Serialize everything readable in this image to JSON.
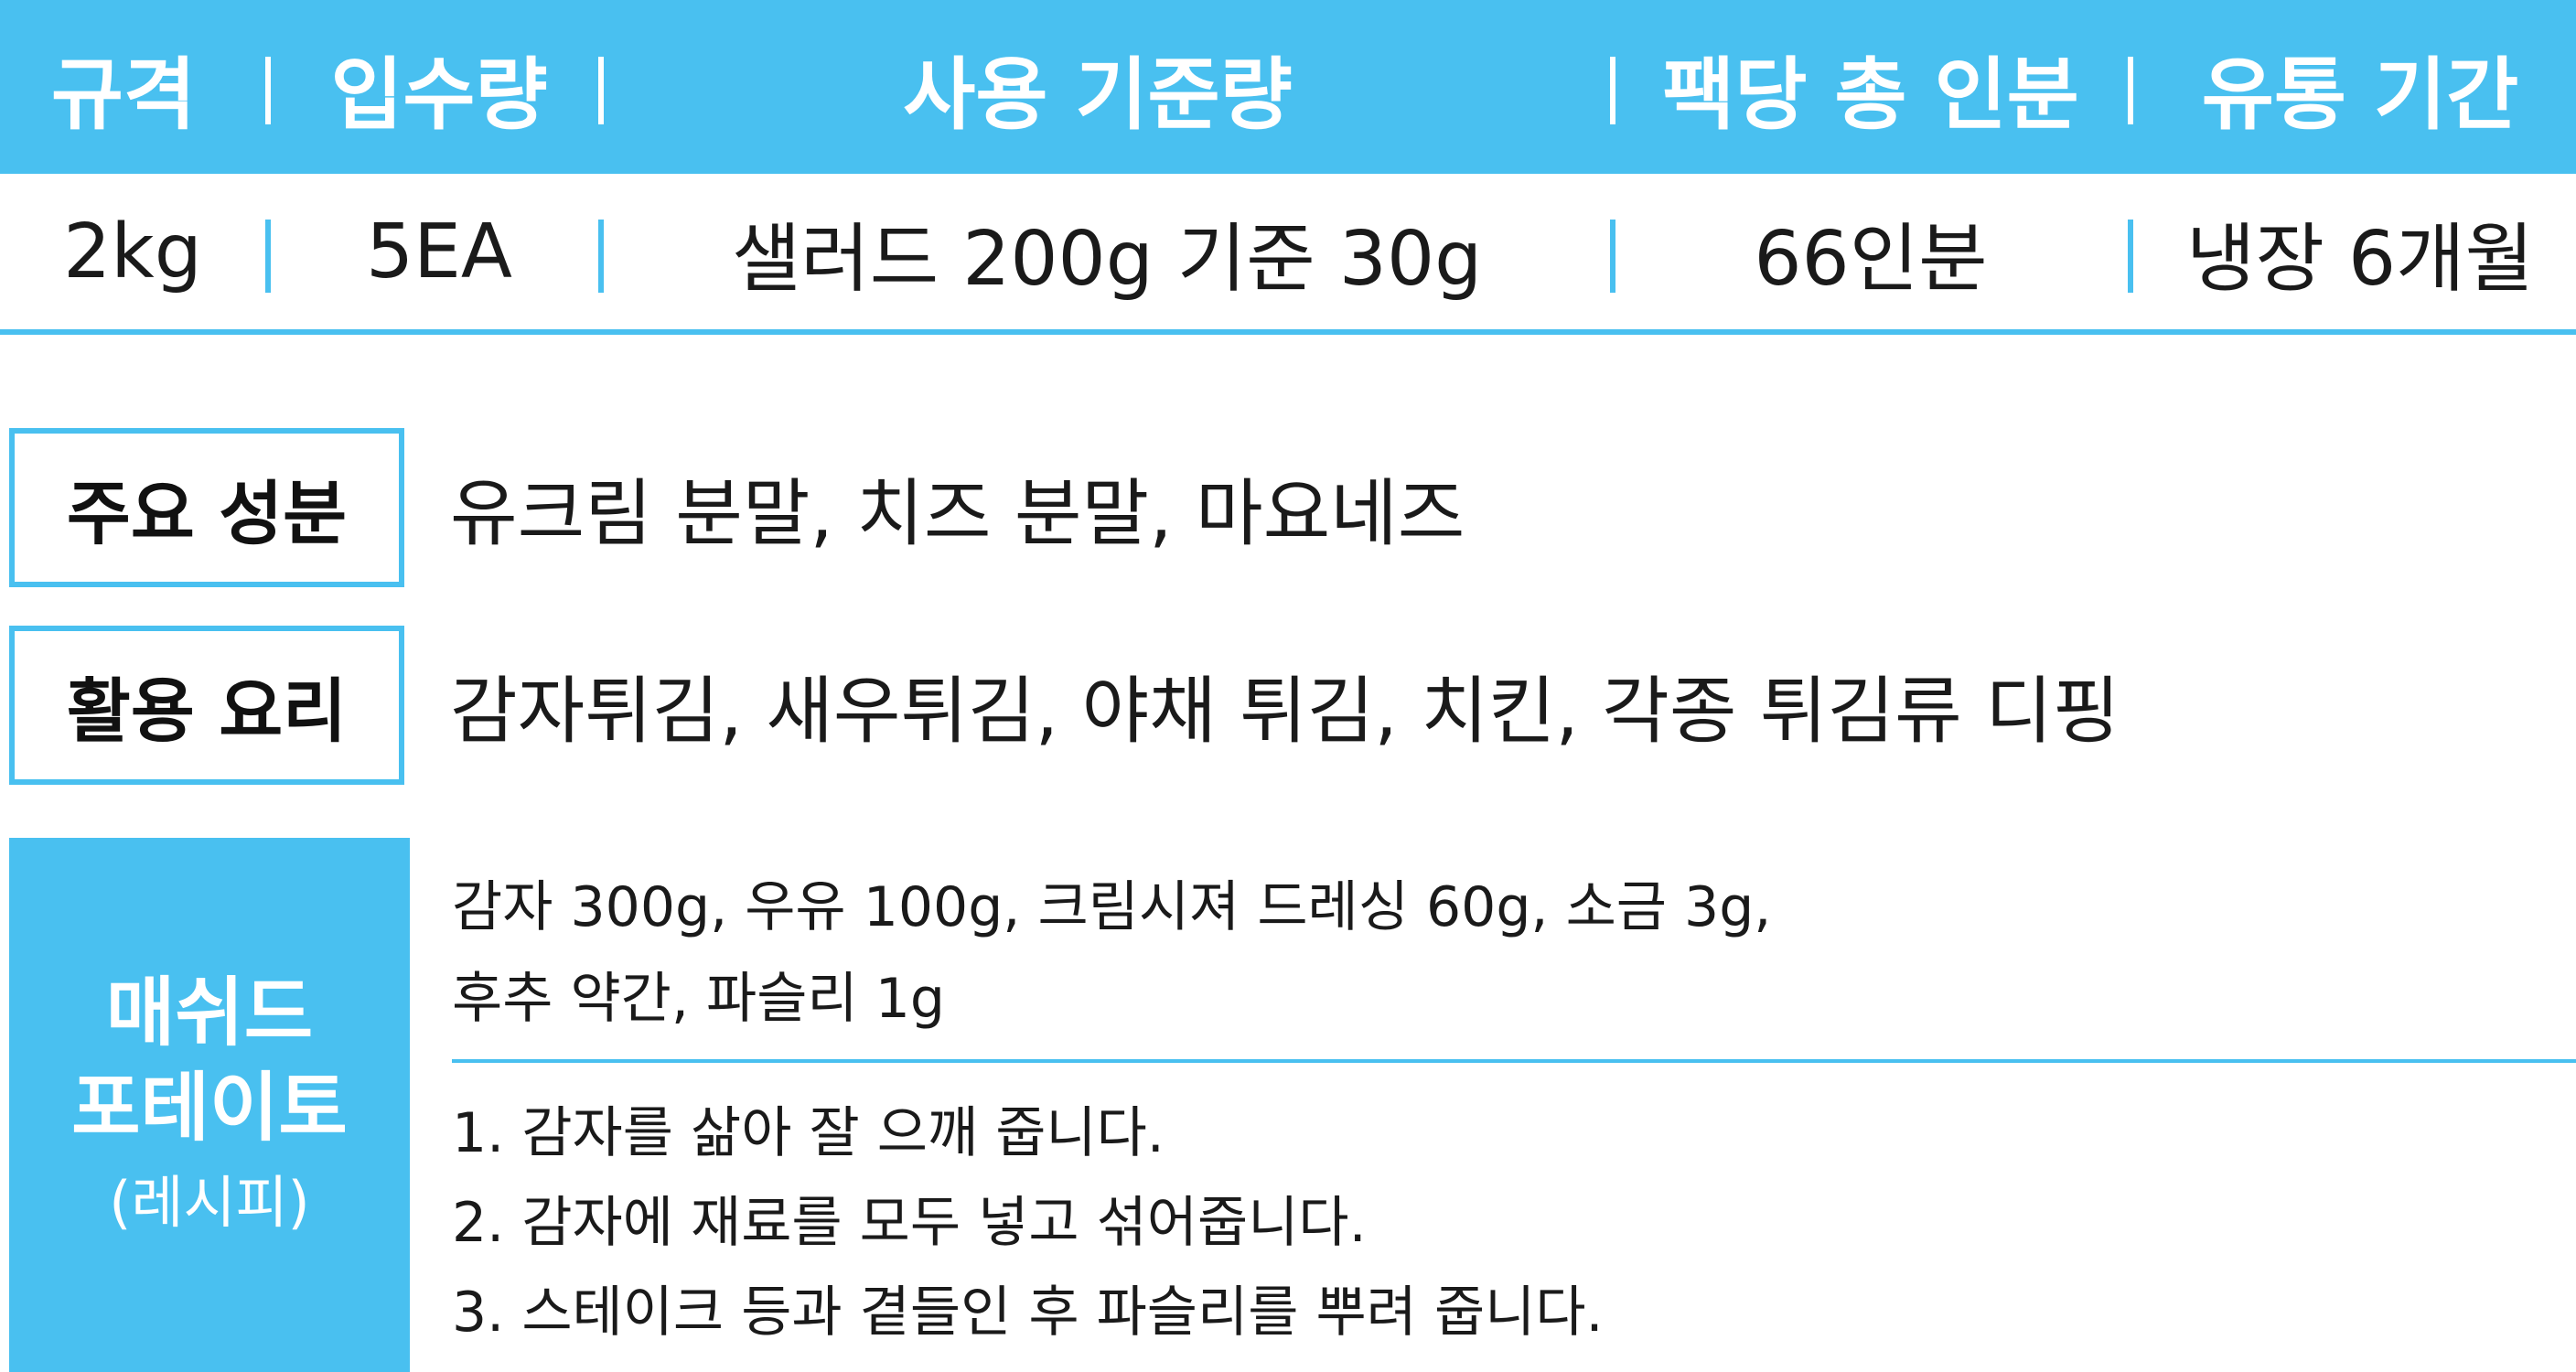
{
  "spec": {
    "headers": [
      "규격",
      "입수량",
      "사용 기준량",
      "팩당 총 인분",
      "유통 기간"
    ],
    "values": [
      "2kg",
      "5EA",
      "샐러드 200g 기준 30g",
      "66인분",
      "냉장 6개월"
    ]
  },
  "ingredients": {
    "label": "주요 성분",
    "value": "유크림 분말, 치즈 분말, 마요네즈"
  },
  "usage": {
    "label": "활용 요리",
    "value": "감자튀김, 새우튀김, 야채 튀김, 치킨, 각종 튀김류 디핑"
  },
  "recipe": {
    "title_line1": "매쉬드",
    "title_line2": "포테이토",
    "subtitle": "(레시피)",
    "ingredients_lines": [
      "감자 300g, 우유 100g, 크림시져 드레싱 60g, 소금 3g,",
      "후추 약간, 파슬리 1g"
    ],
    "steps": [
      "1. 감자를 삶아 잘 으깨 줍니다.",
      "2. 감자에 재료를 모두 넣고 섞어줍니다.",
      "3. 스테이크 등과 곁들인 후 파슬리를 뿌려 줍니다."
    ]
  },
  "colors": {
    "accent": "#49c0f0",
    "text": "#1a1a1a",
    "background": "#ffffff"
  }
}
